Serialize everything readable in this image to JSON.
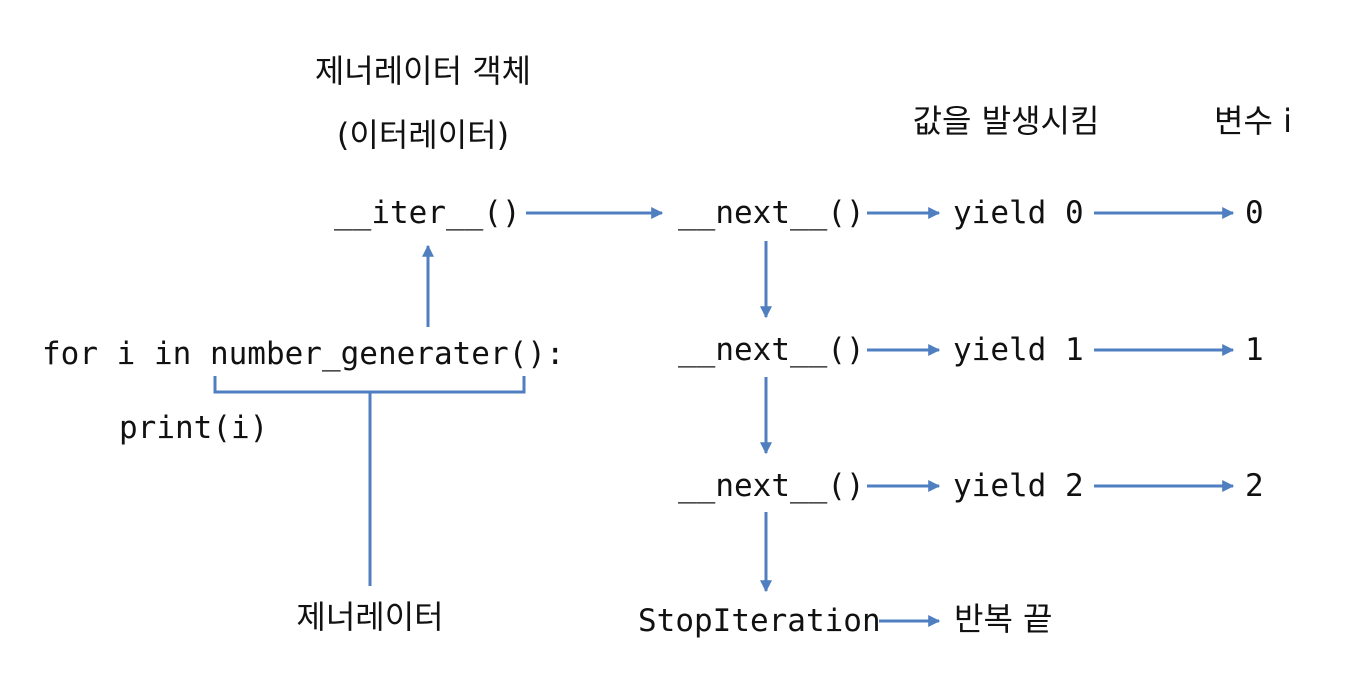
{
  "labels": {
    "generator_object": "제너레이터 객체",
    "iterator_paren": "(이터레이터)",
    "produce_value": "값을 발생시킴",
    "variable_i": "변수 i",
    "generator": "제너레이터",
    "loop_end": "반복 끝"
  },
  "code": {
    "iter_call": "__iter__()",
    "for_keyword_part": "for i in ",
    "generator_call": "number_generater",
    "for_tail": "():",
    "print_line": "print(i)",
    "next_call": "__next__()",
    "stop_iteration": "StopIteration"
  },
  "yields": [
    "yield 0",
    "yield 1",
    "yield 2"
  ],
  "values": [
    "0",
    "1",
    "2"
  ],
  "colors": {
    "arrow": "#4f7fc0",
    "text": "#111111"
  }
}
